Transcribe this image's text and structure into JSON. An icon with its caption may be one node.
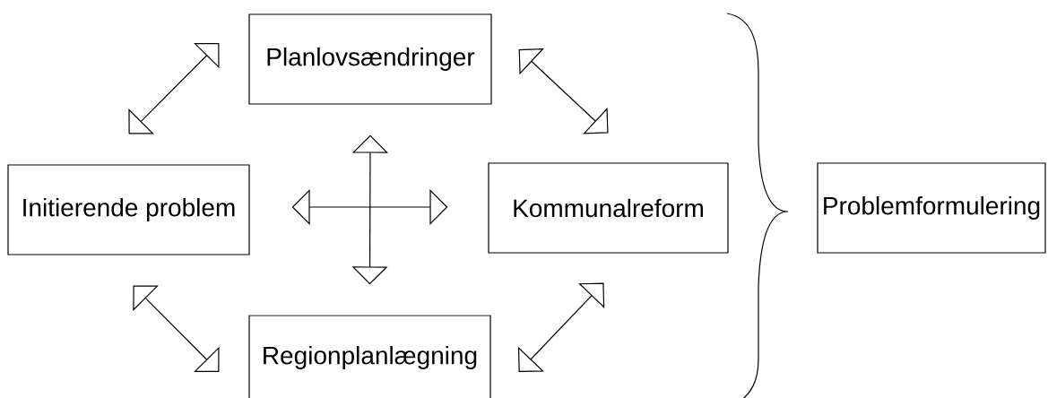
{
  "diagram": {
    "nodes": [
      {
        "text": [
          "Planlovsændringer"
        ]
      },
      {
        "text": [
          "Initierende problem"
        ]
      },
      {
        "text": [
          "Kommunalreform"
        ]
      },
      {
        "text": [
          "Regionplanlægning"
        ]
      },
      {
        "text": [
          "Problemformulering"
        ]
      }
    ],
    "edges": [
      {
        "from": 1,
        "to": 0,
        "arrow": "both"
      },
      {
        "from": 0,
        "to": 2,
        "arrow": "both"
      },
      {
        "from": 1,
        "to": 2,
        "arrow": "both"
      },
      {
        "from": 0,
        "to": 3,
        "arrow": "both"
      },
      {
        "from": 1,
        "to": 3,
        "arrow": "both"
      },
      {
        "from": 3,
        "to": 2,
        "arrow": "both"
      }
    ]
  }
}
